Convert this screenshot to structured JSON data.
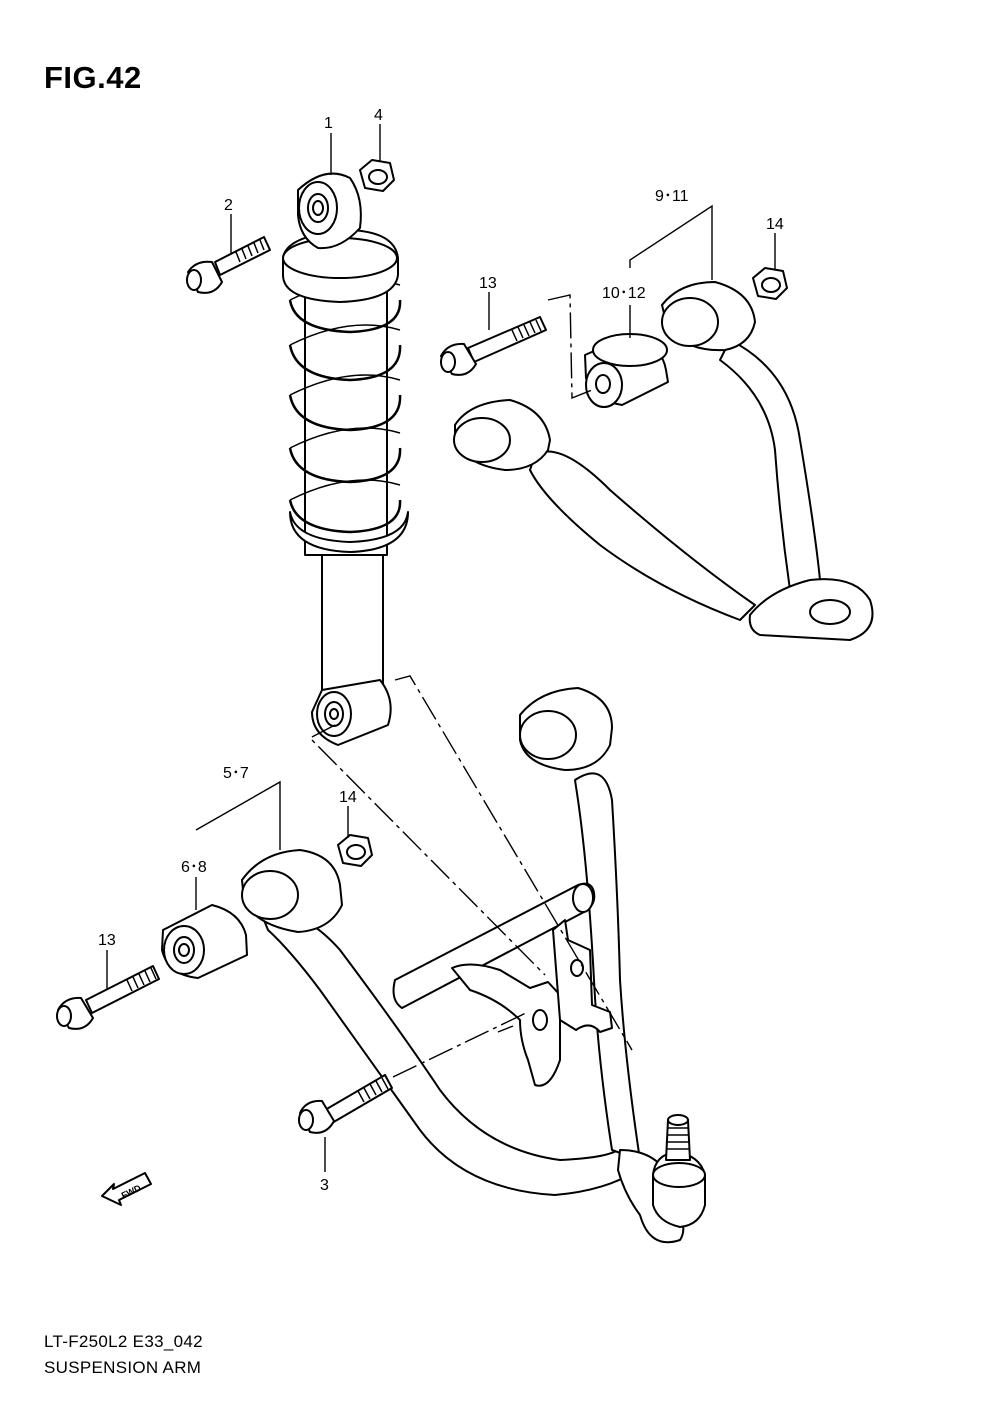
{
  "figure": {
    "title": "FIG.42"
  },
  "callouts": [
    {
      "id": "shock",
      "label": "1"
    },
    {
      "id": "bolt-top",
      "label": "2"
    },
    {
      "id": "bolt-lower",
      "label": "3"
    },
    {
      "id": "nut-top",
      "label": "4"
    },
    {
      "id": "lower-arm",
      "label": "5･7"
    },
    {
      "id": "lower-bush",
      "label": "6･8"
    },
    {
      "id": "upper-arm",
      "label": "9･11"
    },
    {
      "id": "upper-bush",
      "label": "10･12"
    },
    {
      "id": "bolt-upper",
      "label": "13"
    },
    {
      "id": "bolt-left",
      "label": "13"
    },
    {
      "id": "nut-upper",
      "label": "14"
    },
    {
      "id": "nut-lower",
      "label": "14"
    }
  ],
  "direction_badge": {
    "label": "FWD"
  },
  "footer": {
    "code": "LT-F250L2 E33_042",
    "name": "SUSPENSION ARM"
  }
}
